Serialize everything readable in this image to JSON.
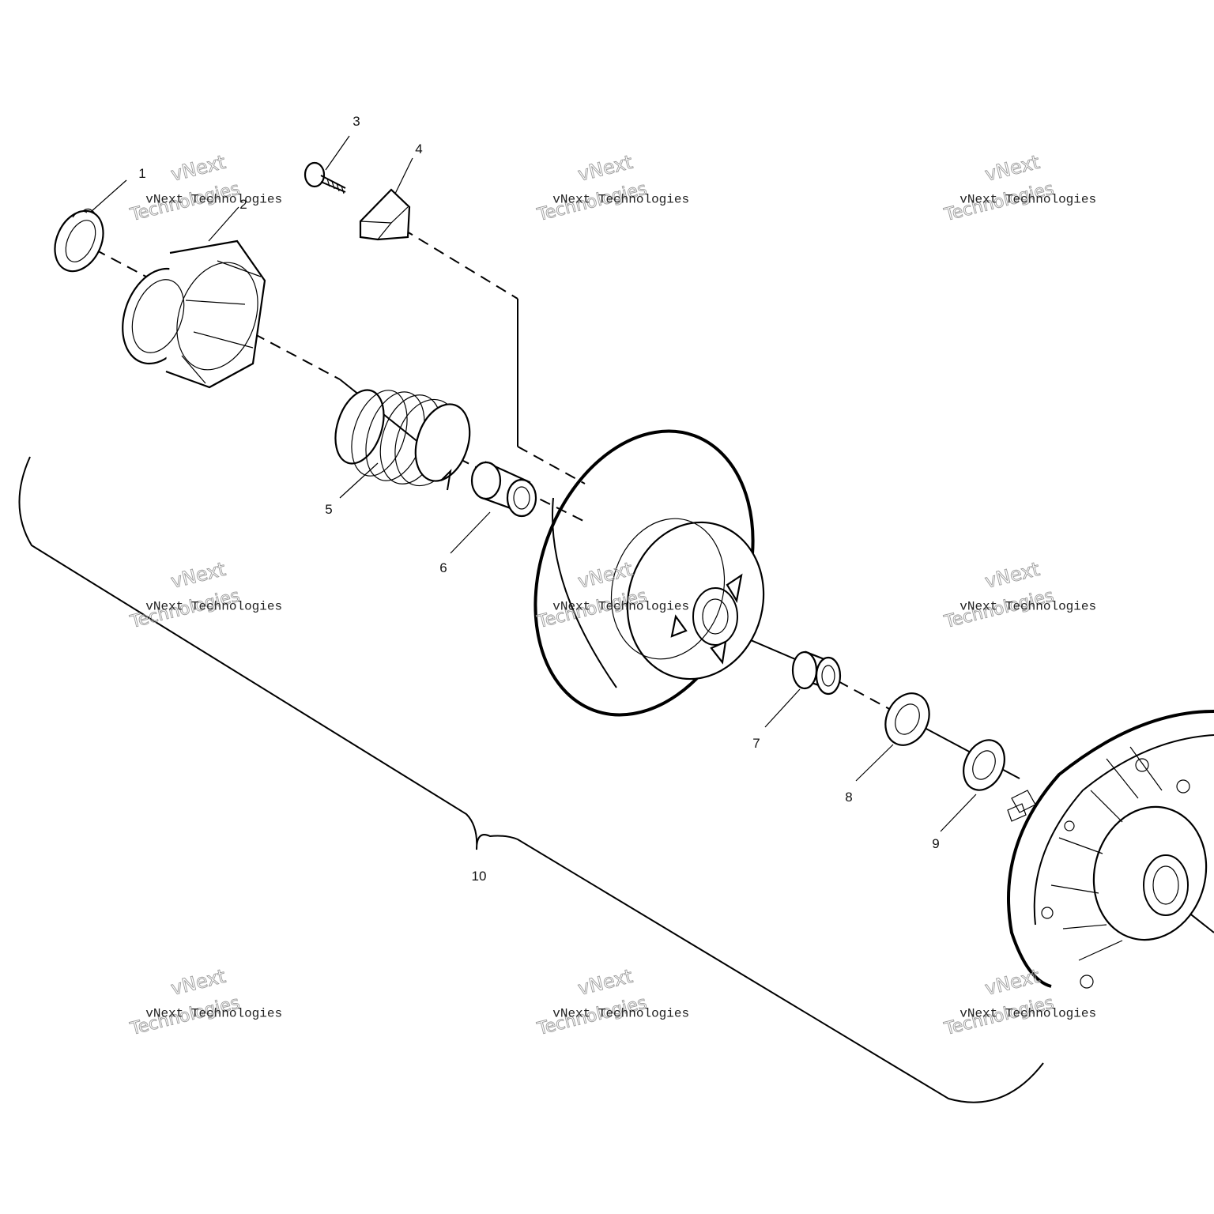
{
  "callouts": [
    {
      "number": "1"
    },
    {
      "number": "2"
    },
    {
      "number": "3"
    },
    {
      "number": "4"
    },
    {
      "number": "5"
    },
    {
      "number": "6"
    },
    {
      "number": "7"
    },
    {
      "number": "8"
    },
    {
      "number": "9"
    },
    {
      "number": "10"
    }
  ],
  "watermark": {
    "small_text": "vNext Technologies",
    "outline_word1": "vNext",
    "outline_word2": "Technologies"
  }
}
